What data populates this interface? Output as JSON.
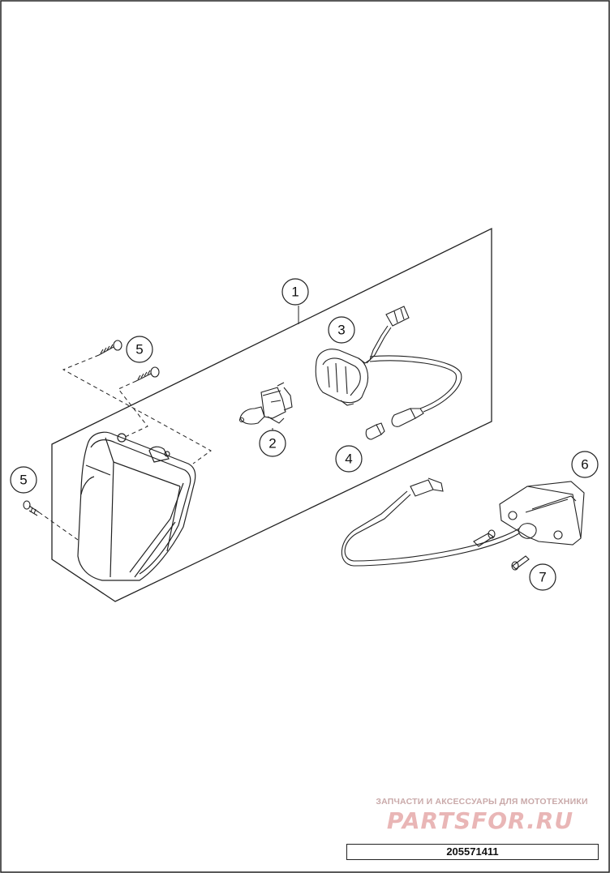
{
  "callouts": [
    {
      "id": "1",
      "label": "1"
    },
    {
      "id": "2",
      "label": "2"
    },
    {
      "id": "3",
      "label": "3"
    },
    {
      "id": "4",
      "label": "4"
    },
    {
      "id": "5a",
      "label": "5"
    },
    {
      "id": "5b",
      "label": "5"
    },
    {
      "id": "6",
      "label": "6"
    },
    {
      "id": "7",
      "label": "7"
    }
  ],
  "watermark": {
    "tagline": "ЗАПЧАСТИ И АКСЕССУАРЫ ДЛЯ МОТОТЕХНИКИ",
    "logo_text": "PARTSFOR.RU",
    "colors": {
      "tagline": "#c9a9a9",
      "logo": "#e9b6b6"
    }
  },
  "part_number": "205571411",
  "colors": {
    "line": "#222222",
    "background": "#ffffff"
  }
}
